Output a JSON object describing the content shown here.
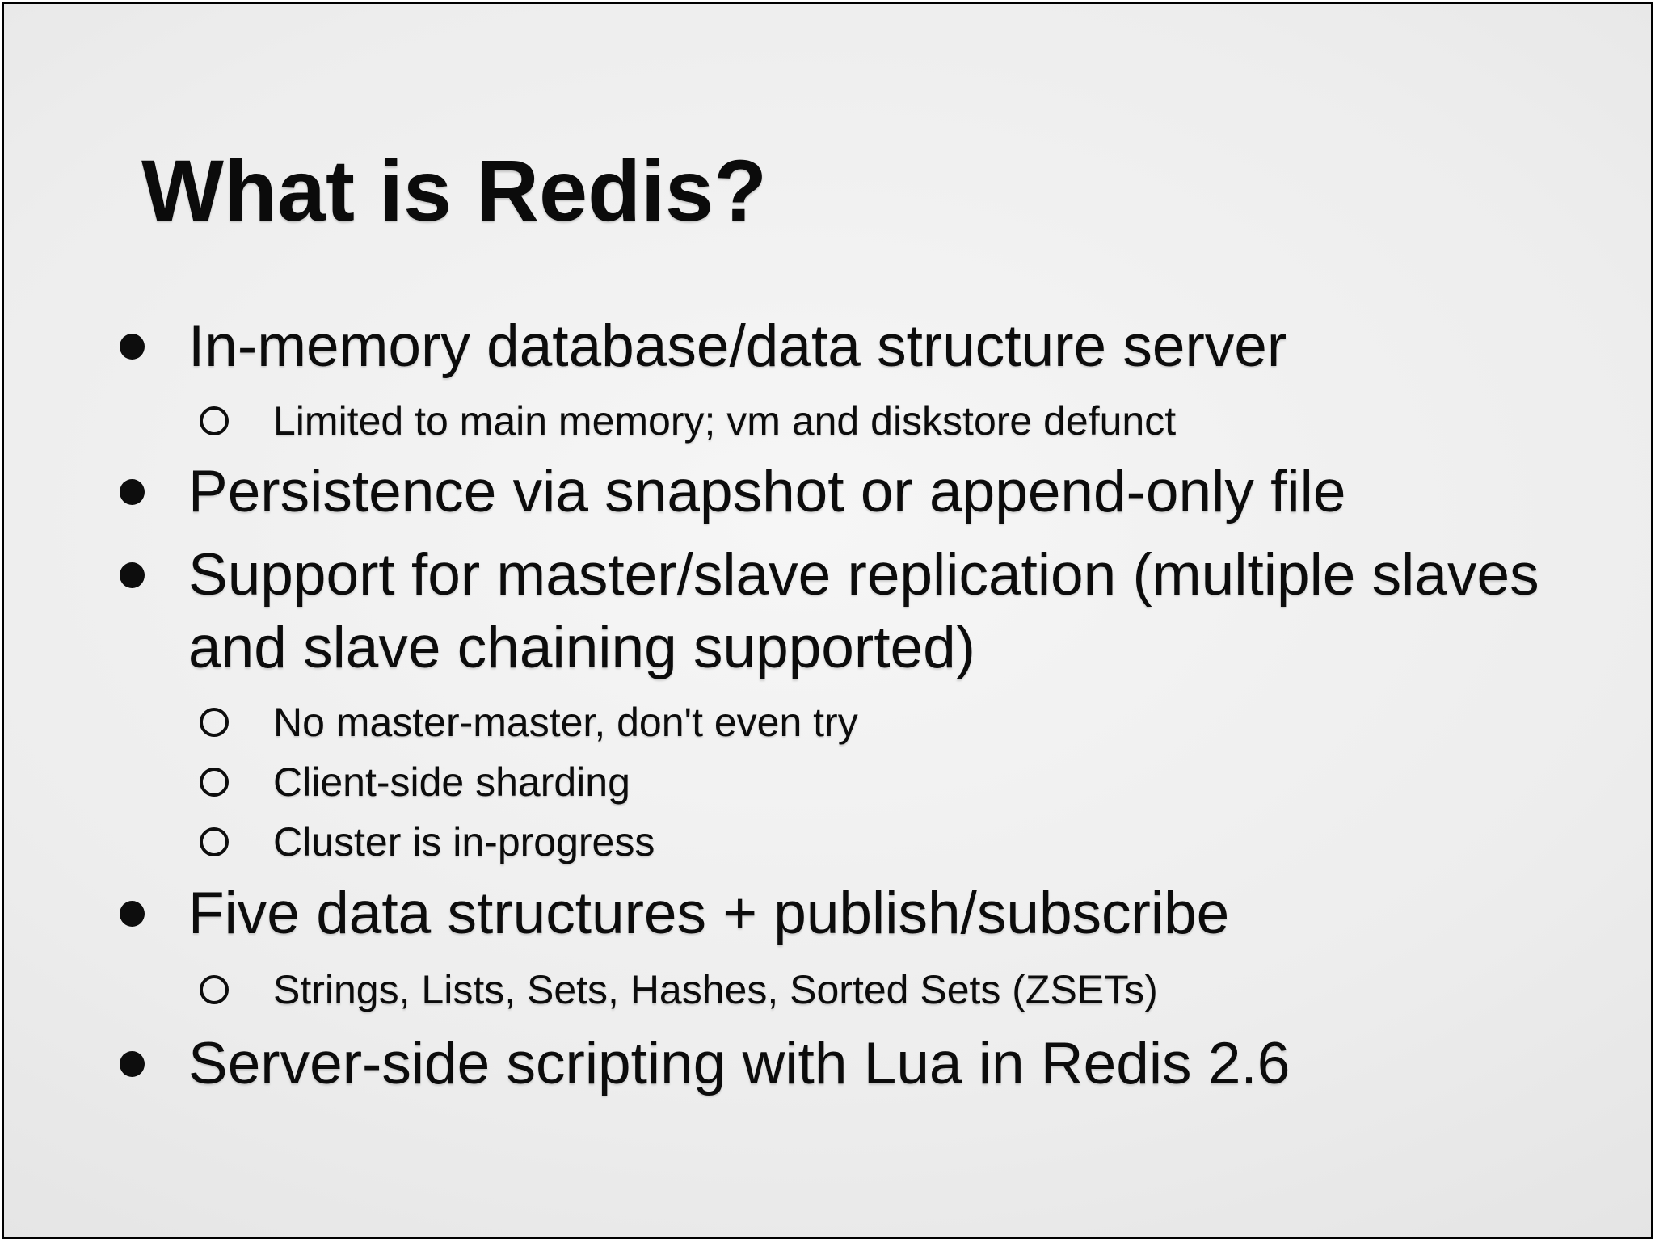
{
  "slide": {
    "title": "What is Redis?",
    "bullets": [
      {
        "level": 1,
        "text": "In-memory database/data structure server"
      },
      {
        "level": 2,
        "text": "Limited to main memory; vm and diskstore defunct"
      },
      {
        "level": 1,
        "text": "Persistence via snapshot or append-only file"
      },
      {
        "level": 1,
        "text": "Support for master/slave replication (multiple slaves and slave chaining supported)"
      },
      {
        "level": 2,
        "text": "No master-master, don't even try"
      },
      {
        "level": 2,
        "text": "Client-side sharding"
      },
      {
        "level": 2,
        "text": "Cluster is in-progress"
      },
      {
        "level": 1,
        "text": "Five data structures + publish/subscribe"
      },
      {
        "level": 2,
        "text": "Strings, Lists, Sets, Hashes, Sorted Sets (ZSETs)"
      },
      {
        "level": 1,
        "text": "Server-side scripting with Lua in Redis 2.6"
      }
    ],
    "colors": {
      "text": "#0d0d0d",
      "border": "#000000",
      "background_center": "#f6f6f6",
      "background_edge": "#d6d6d6"
    }
  }
}
